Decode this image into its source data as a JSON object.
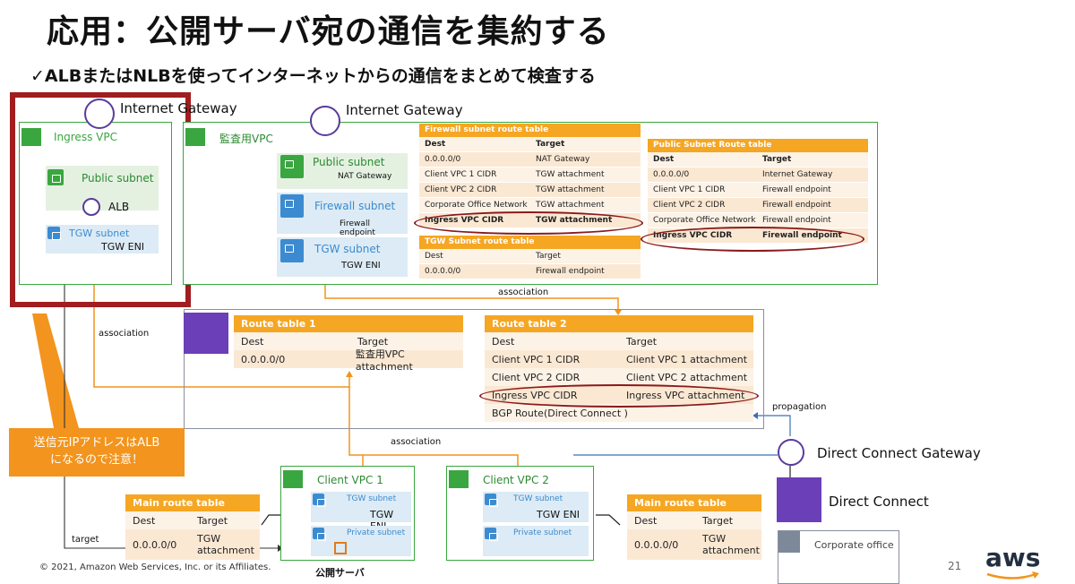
{
  "title": "応用：公開サーバ宛の通信を集約する",
  "subtitle": "✓ALBまたはNLBを使ってインターネットからの通信をまとめて検査する",
  "ingress": {
    "igw_label": "Internet Gateway",
    "vpc_label": "Ingress VPC",
    "public_subnet": "Public subnet",
    "alb": "ALB",
    "tgw_subnet": "TGW subnet",
    "tgw_eni": "TGW ENI"
  },
  "inspection": {
    "igw_label": "Internet Gateway",
    "vpc_label": "監査用VPC",
    "public_subnet": "Public subnet",
    "nat": "NAT Gateway",
    "firewall_subnet": "Firewall subnet",
    "firewall_endpoint": "Firewall endpoint",
    "tgw_subnet": "TGW subnet",
    "tgw_eni": "TGW ENI"
  },
  "fw_rt": {
    "title": "Firewall subnet route table",
    "head": [
      "Dest",
      "Target"
    ],
    "rows": [
      [
        "0.0.0.0/0",
        "NAT Gateway"
      ],
      [
        "Client VPC 1 CIDR",
        "TGW attachment"
      ],
      [
        "Client VPC 2 CIDR",
        "TGW attachment"
      ],
      [
        "Corporate Office Network",
        "TGW attachment"
      ],
      [
        "Ingress VPC CIDR",
        "TGW attachment"
      ]
    ]
  },
  "tgwsub_rt": {
    "title": "TGW Subnet route table",
    "rows": [
      [
        "Dest",
        "Target"
      ],
      [
        "0.0.0.0/0",
        "Firewall endpoint"
      ]
    ]
  },
  "pub_rt": {
    "title": "Public Subnet Route table",
    "head": [
      "Dest",
      "Target"
    ],
    "rows": [
      [
        "0.0.0.0/0",
        "Internet Gateway"
      ],
      [
        "Client VPC 1 CIDR",
        "Firewall endpoint"
      ],
      [
        "Client VPC 2 CIDR",
        "Firewall endpoint"
      ],
      [
        "Corporate Office Network",
        "Firewall endpoint"
      ],
      [
        "Ingress VPC CIDR",
        "Firewall endpoint"
      ]
    ]
  },
  "rt1": {
    "title": "Route table 1",
    "rows": [
      [
        "Dest",
        "Target"
      ],
      [
        "0.0.0.0/0",
        "監査用VPC attachment"
      ]
    ]
  },
  "rt2": {
    "title": "Route table 2",
    "head": [
      "Dest",
      "Target"
    ],
    "rows": [
      [
        "Client VPC 1 CIDR",
        "Client VPC 1 attachment"
      ],
      [
        "Client VPC 2 CIDR",
        "Client VPC 2 attachment"
      ],
      [
        "Ingress VPC CIDR",
        "Ingress VPC attachment"
      ],
      [
        "BGP Route(Direct Connect )",
        ""
      ]
    ]
  },
  "labels": {
    "association_top": "association",
    "association_left": "association",
    "association_bottom": "association",
    "propagation": "propagation",
    "target": "target"
  },
  "note": [
    "送信元IPアドレスはALB",
    "になるので注意！"
  ],
  "client1": {
    "vpc_label": "Client VPC 1",
    "tgw_subnet": "TGW subnet",
    "tgw_eni": "TGW ENI",
    "private_subnet": "Private subnet",
    "server": "公開サーバ"
  },
  "client2": {
    "vpc_label": "Client VPC 2",
    "tgw_subnet": "TGW subnet",
    "tgw_eni": "TGW ENI",
    "private_subnet": "Private subnet"
  },
  "main_rt_left": {
    "title": "Main route table",
    "rows": [
      [
        "Dest",
        "Target"
      ],
      [
        "0.0.0.0/0",
        "TGW attachment"
      ]
    ]
  },
  "main_rt_right": {
    "title": "Main route table",
    "rows": [
      [
        "Dest",
        "Target"
      ],
      [
        "0.0.0.0/0",
        "TGW attachment"
      ]
    ]
  },
  "dx_gateway": "Direct Connect Gateway",
  "dx": "Direct Connect",
  "corporate": "Corporate office",
  "footer": "© 2021, Amazon Web Services, Inc. or its Affiliates.",
  "page_number": "21",
  "logo": "aws",
  "colors": {
    "accent": "#f5a623",
    "vpc_green": "#3aa640",
    "highlight": "#8b1a1a",
    "purple": "#5a3b9c"
  }
}
